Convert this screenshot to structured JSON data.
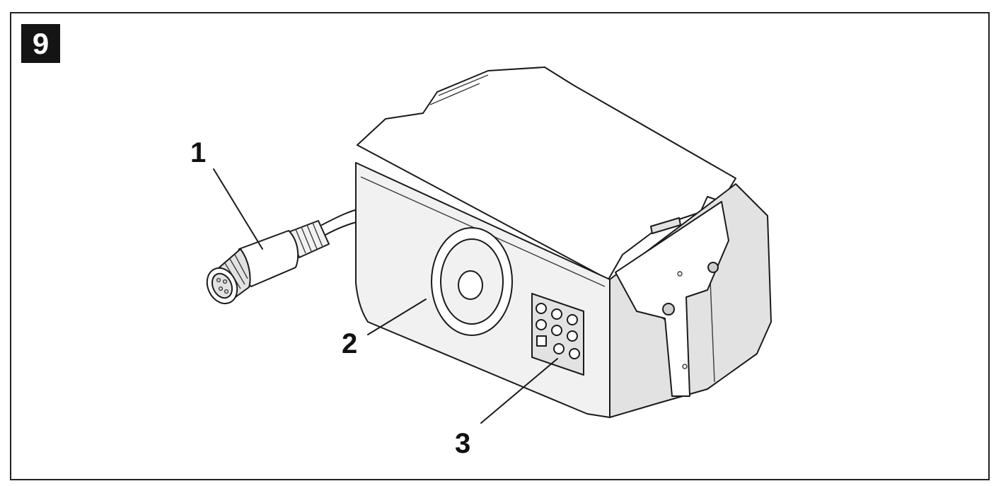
{
  "figure": {
    "number": "9"
  },
  "callouts": [
    {
      "id": "1",
      "label": "1",
      "part": "connector-plug"
    },
    {
      "id": "2",
      "label": "2",
      "part": "housing-front"
    },
    {
      "id": "3",
      "label": "3",
      "part": "button-panel"
    }
  ]
}
